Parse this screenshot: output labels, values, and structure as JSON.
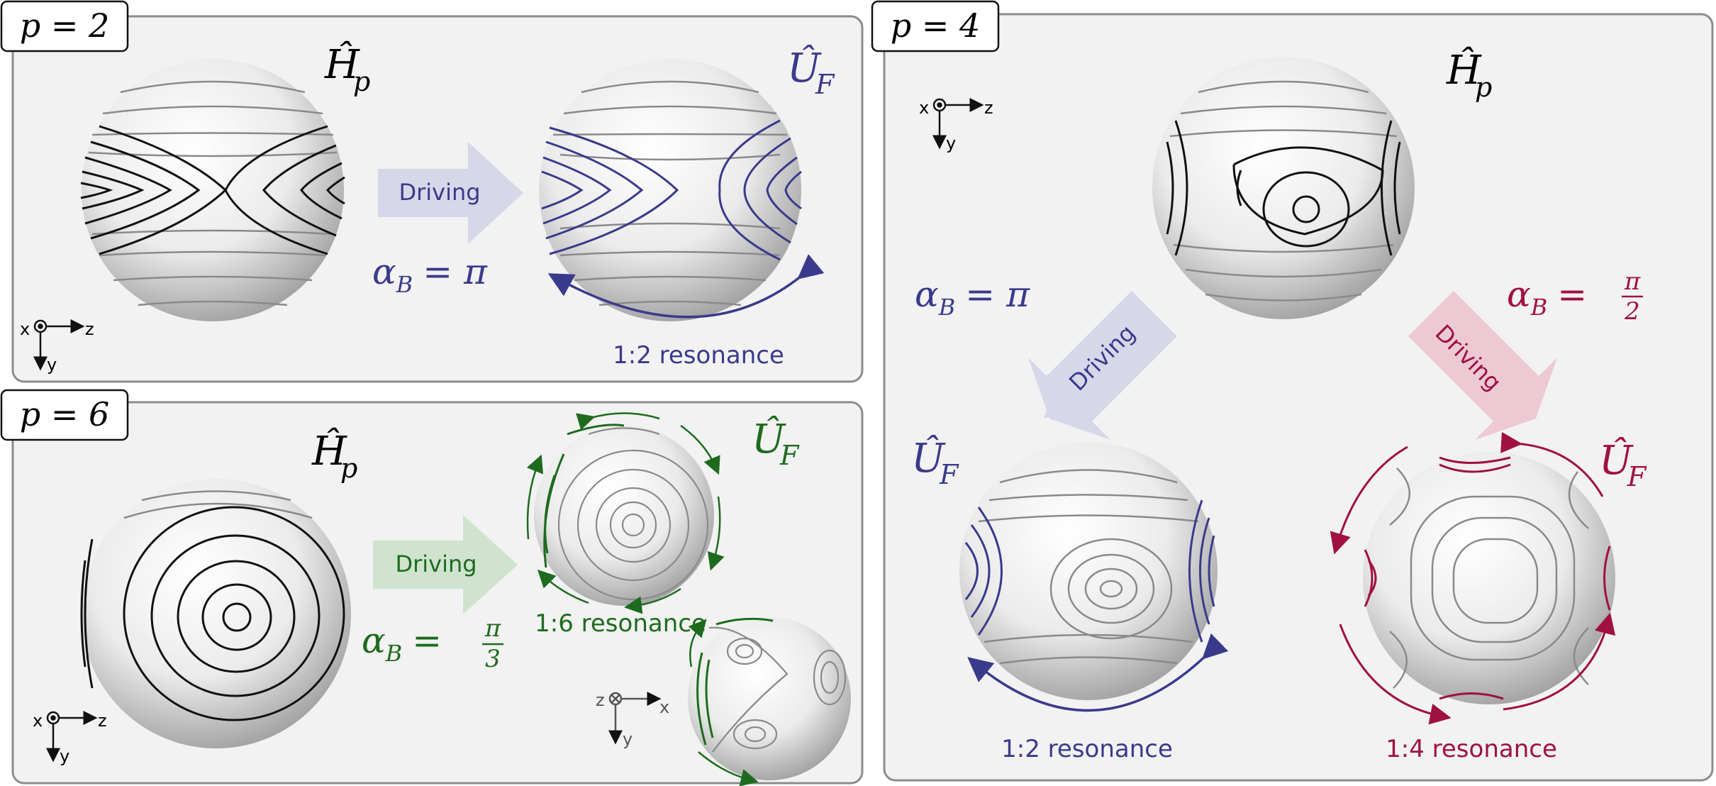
{
  "panels": {
    "p2": {
      "tag": "p = 2",
      "h_label": "Ĥ",
      "h_sub": "p",
      "u_label": "Û",
      "u_sub": "F",
      "arrow_label": "Driving",
      "alpha": "α",
      "alpha_sub": "B",
      "alpha_eq": "= π",
      "resonance": "1:2 resonance"
    },
    "p6": {
      "tag": "p = 6",
      "h_label": "Ĥ",
      "h_sub": "p",
      "u_label": "Û",
      "u_sub": "F",
      "arrow_label": "Driving",
      "alpha": "α",
      "alpha_sub": "B",
      "alpha_eq": "=",
      "alpha_num": "π",
      "alpha_den": "3",
      "resonance": "1:6 resonance"
    },
    "p4": {
      "tag": "p = 4",
      "h_label": "Ĥ",
      "h_sub": "p",
      "left": {
        "u_label": "Û",
        "u_sub": "F",
        "arrow_label": "Driving",
        "alpha": "α",
        "alpha_sub": "B",
        "alpha_eq": "= π",
        "resonance": "1:2 resonance"
      },
      "right": {
        "u_label": "Û",
        "u_sub": "F",
        "arrow_label": "Driving",
        "alpha": "α",
        "alpha_sub": "B",
        "alpha_eq": "=",
        "alpha_num": "π",
        "alpha_den": "2",
        "resonance": "1:4 resonance"
      }
    }
  },
  "axes": {
    "x": "x",
    "y": "y",
    "z": "z"
  },
  "colors": {
    "panel_bg": "#f2f2f2",
    "panel_border": "#8c8c8c",
    "blue": "#3a3a8c",
    "green": "#1e6b1e",
    "crimson": "#a01040",
    "contour": "#8a8a8a",
    "dark": "#111111",
    "arrow_blue": "#d7d7ea",
    "arrow_green": "#cfe3cf",
    "arrow_pink": "#ecc9d3"
  }
}
